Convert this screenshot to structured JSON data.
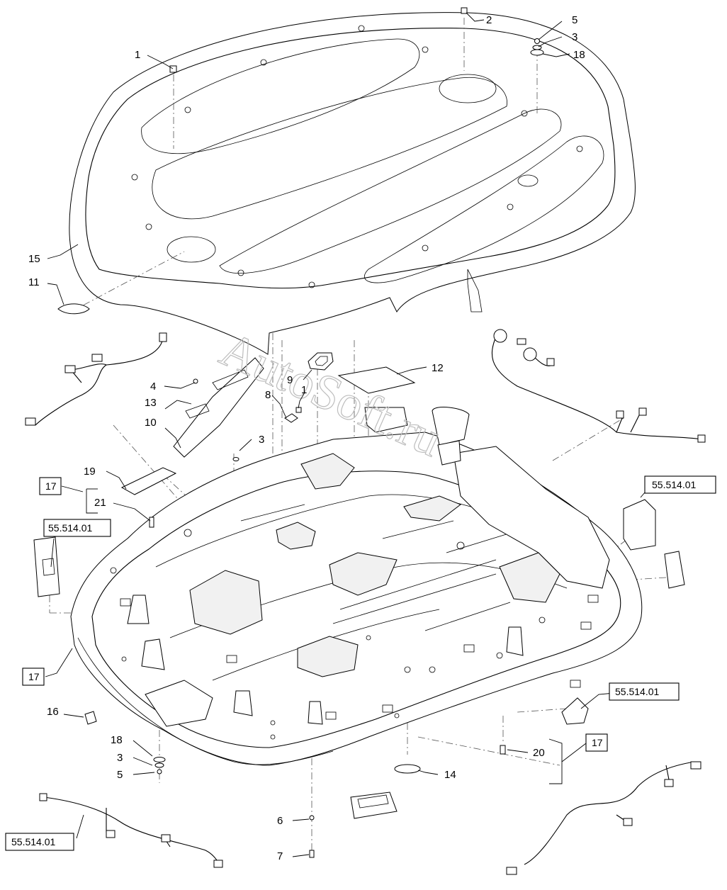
{
  "callouts": {
    "c1a": "1",
    "c2": "2",
    "c5a": "5",
    "c3a": "3",
    "c18a": "18",
    "c15": "15",
    "c11": "11",
    "c9": "9",
    "c12": "12",
    "c4": "4",
    "c13": "13",
    "c8": "8",
    "c1b": "1",
    "c10": "10",
    "c3b": "3",
    "c19": "19",
    "c21": "21",
    "c16": "16",
    "c18b": "18",
    "c3c": "3",
    "c5b": "5",
    "c20": "20",
    "c14": "14",
    "c6": "6",
    "c7": "7"
  },
  "boxed_refs": {
    "b17a": "17",
    "b17b": "17",
    "b17c": "17",
    "ref_top_left": "55.514.01",
    "ref_top_right": "55.514.01",
    "ref_mid_right": "55.514.01",
    "ref_bottom_left": "55.514.01"
  },
  "watermark": "AutoSoft.ru"
}
